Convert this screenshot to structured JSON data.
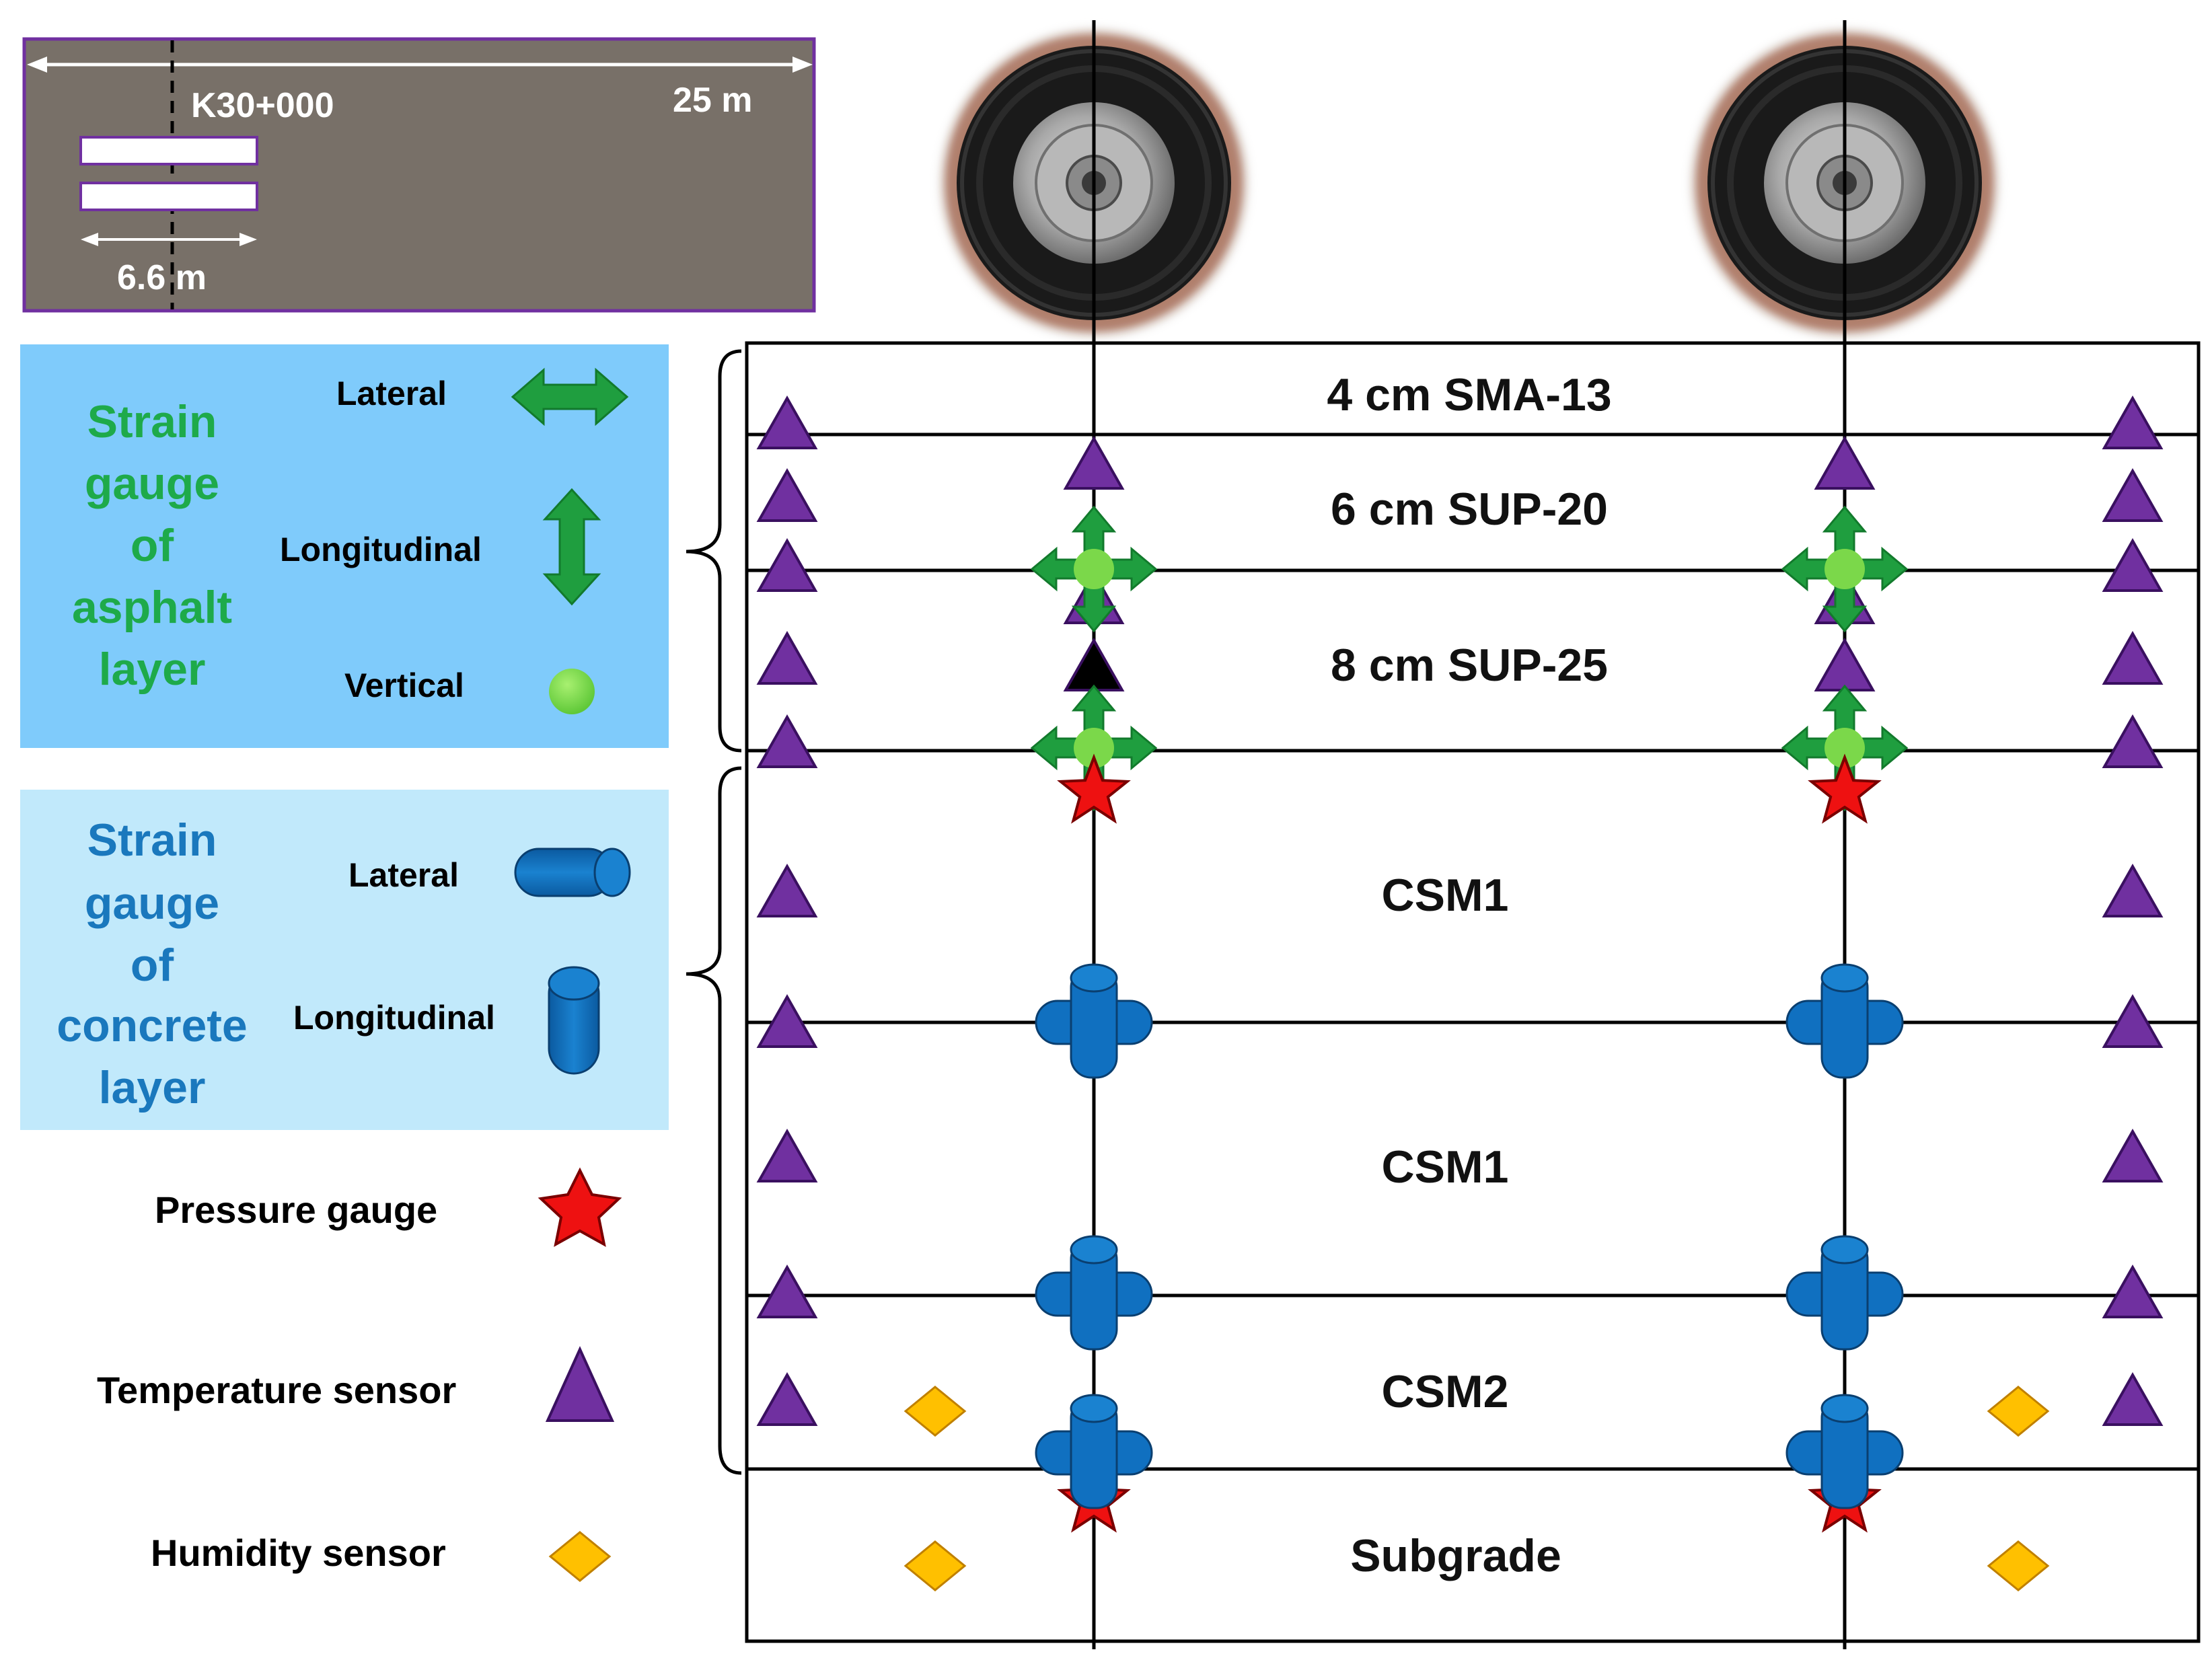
{
  "site_plan": {
    "station": "K30+000",
    "total_length": "25 m",
    "slab_length": "6.6 m"
  },
  "asphalt_legend": {
    "title_lines": [
      "Strain",
      "gauge",
      "of",
      "asphalt",
      "layer"
    ],
    "lateral": "Lateral",
    "longitudinal": "Longitudinal",
    "vertical": "Vertical"
  },
  "concrete_legend": {
    "title_lines": [
      "Strain",
      "gauge",
      "of",
      "concrete",
      "layer"
    ],
    "lateral": "Lateral",
    "longitudinal": "Longitudinal"
  },
  "legend_items": {
    "pressure": "Pressure gauge",
    "temperature": "Temperature sensor",
    "humidity": "Humidity sensor"
  },
  "layers": [
    "4 cm SMA-13",
    "6 cm SUP-20",
    "8 cm SUP-25",
    "CSM1",
    "CSM1",
    "CSM2",
    "Subgrade"
  ],
  "colors": {
    "asphalt_legend_bg": "#7fcbfb",
    "concrete_legend_bg": "#c1e9fb",
    "asphalt_title": "#1eaa4a",
    "concrete_title": "#1a78bd",
    "strain_green": "#1f9e3f",
    "vertical_green": "#7bd84a",
    "cylinder_blue": "#1070c0",
    "pressure_red": "#ee1111",
    "temperature_purple": "#7030a0",
    "humidity_yellow": "#ffc000",
    "road_gray": "#787068",
    "road_border": "#7030a0"
  }
}
